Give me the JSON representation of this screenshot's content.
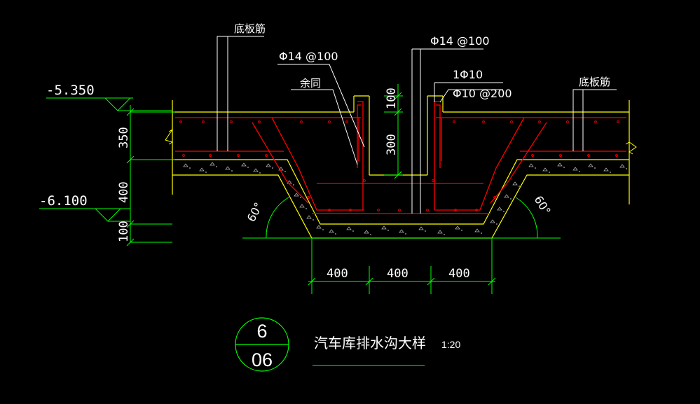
{
  "colors": {
    "background": "#000000",
    "concrete_outline": "#ffff00",
    "rebar": "#ff0000",
    "dimension": "#00ff00",
    "leader": "#ffffff",
    "hatch": "#b0b0b0"
  },
  "labels": {
    "bottom_rebar_left": "底板筋",
    "bottom_rebar_right": "底板筋",
    "rebar_phi14_left": "Φ14 @100",
    "rebar_phi14_top": "Φ14 @100",
    "rebar_yujin": "余同",
    "rebar_1phi10": "1Φ10",
    "rebar_phi10": "Φ10 @200",
    "angle_left": "60°",
    "angle_right": "60°"
  },
  "elevations": {
    "top": "-5.350",
    "bottom": "-6.100"
  },
  "dimensions": {
    "v_350": "350",
    "v_400": "400",
    "v_100": "100",
    "v_upper_100": "100",
    "v_300": "300",
    "h_left_400": "400",
    "h_mid_400": "400",
    "h_right_400": "400"
  },
  "title": {
    "bubble_top": "6",
    "bubble_bottom": "06",
    "name": "汽车库排水沟大样",
    "scale": "1:20"
  }
}
